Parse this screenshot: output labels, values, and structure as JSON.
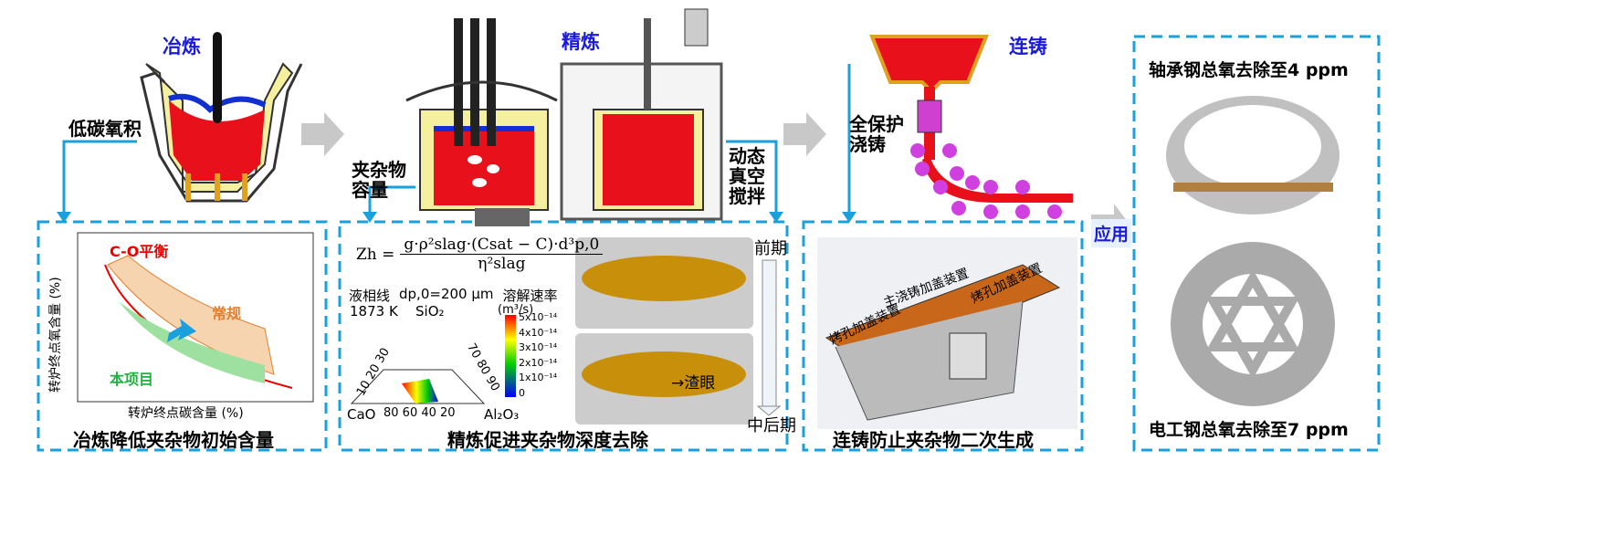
{
  "stages": {
    "smelting": "冶炼",
    "refining": "精炼",
    "casting": "连铸",
    "application": "应用"
  },
  "annotations": {
    "low_carbon_oxygen": "低碳氧积",
    "inclusion_capacity": "夹杂物\n容量",
    "inclusion_capacity_l1": "夹杂物",
    "inclusion_capacity_l2": "容量",
    "dynamic_vacuum_l1": "动态",
    "dynamic_vacuum_l2": "真空",
    "dynamic_vacuum_l3": "搅拌",
    "full_protection_l1": "全保护",
    "full_protection_l2": "浇铸"
  },
  "panel1": {
    "co_equilibrium": "C-O平衡",
    "conventional": "常规",
    "this_project": "本项目",
    "ylabel": "转炉终点氧含量 (%)",
    "xlabel": "转炉终点碳含量 (%)",
    "caption": "冶炼降低夹杂物初始含量"
  },
  "panel2": {
    "formula_lhs": "Zh =",
    "formula_num": "g·ρ²slag·(Csat − C)·d³p,0",
    "formula_den": "η²slag",
    "liquidus": "液相线",
    "dp0": "dp,0=200 μm",
    "dissolution_rate": "溶解速率",
    "unit": "(m³/s)",
    "temperature": "1873 K",
    "sio2": "SiO₂",
    "cao": "CaO",
    "al2o3": "Al₂O₃",
    "left_ticks": "10 20 30",
    "right_ticks": "70 80 90",
    "bottom_ticks": "80 60 40 20",
    "colorbar": [
      "5x10⁻¹⁴",
      "4x10⁻¹⁴",
      "3x10⁻¹⁴",
      "2x10⁻¹⁴",
      "1x10⁻¹⁴",
      "0"
    ],
    "early": "前期",
    "late": "中后期",
    "slag_eye": "→渣眼",
    "caption": "精炼促进夹杂物深度去除"
  },
  "panel3": {
    "main_cover": "主浇铸加盖装置",
    "hole_cover_left": "烤孔加盖装置",
    "hole_cover_right": "烤孔加盖装置",
    "caption": "连铸防止夹杂物二次生成"
  },
  "panel4": {
    "bearing_steel": "轴承钢总氧去除至4 ppm",
    "electrical_steel": "电工钢总氧去除至7 ppm"
  },
  "colors": {
    "dash": "#1aa0dc",
    "stage_text": "#1a1adc",
    "steel": "#e8101a",
    "slag": "#1030d0",
    "vessel": "#f5f0a0"
  }
}
